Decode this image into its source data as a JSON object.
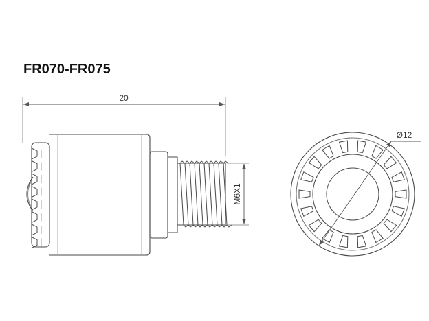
{
  "title": "FR070-FR075",
  "dimensions": {
    "overall_length": "20",
    "thread": "M6X1",
    "diameter": "Ø12"
  },
  "colors": {
    "line": "#4a4a4a",
    "dim_line": "#555555",
    "background": "#ffffff"
  }
}
